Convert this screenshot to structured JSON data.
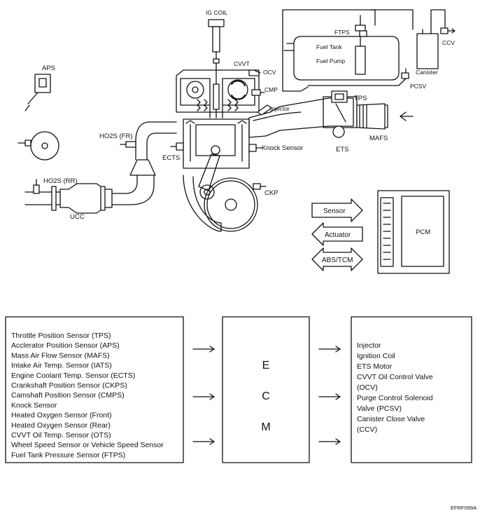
{
  "diagram": {
    "labels": {
      "ig_coil": "IG COIL",
      "cvvt": "CVVT",
      "ocv": "OCV",
      "cmp": "CMP",
      "ftps": "FTPS",
      "fuel_tank": "Fuel Tank",
      "fuel_pump": "Fuel Pump",
      "canister": "Canister",
      "ccv": "CCV",
      "pcsv": "PCSV",
      "aps": "APS",
      "tps": "TPS",
      "injector": "Injector",
      "ho2s_fr": "HO2S (FR)",
      "ects": "ECTS",
      "knock_sensor": "Knock Sensor",
      "ets": "ETS",
      "mafs": "MAFS",
      "ho2s_rr": "HO2S (RR)",
      "ckp": "CKP",
      "ucc": "UCC",
      "pcm": "PCM"
    },
    "legend": {
      "sensor": "Sensor",
      "actuator": "Actuator",
      "abs_tcm": "ABS/TCM"
    }
  },
  "inputs": [
    "Throttle Position Sensor (TPS)",
    "Acclerator Position Sensor (APS)",
    "Mass Air Flow Sensor (MAFS)",
    "Intake Air Temp. Sensor (IATS)",
    "Engine Coolant Temp. Sensor (ECTS)",
    "Crankshaft Position Sensor (CKPS)",
    "Camshaft Position Sensor (CMPS)",
    "Knock Sensor",
    "Heated Oxygen Sensor (Front)",
    "Heated Oxygen Sensor (Rear)",
    "CVVT Oil Temp. Sensor (OTS)",
    "Wheel Speed Sensor or Vehicle Speed Sensor",
    "Fuel Tank Pressure Sensor (FTPS)"
  ],
  "ecm": [
    "E",
    "C",
    "M"
  ],
  "outputs": [
    "Injector",
    "Ignition Coil",
    "ETS Motor",
    "CVVT Oil Control Valve",
    "(OCV)",
    "Purge Control Solenoid",
    "Valve (PCSV)",
    "Canister Close Valve",
    "(CCV)"
  ],
  "figure_code": "EFRF099A"
}
